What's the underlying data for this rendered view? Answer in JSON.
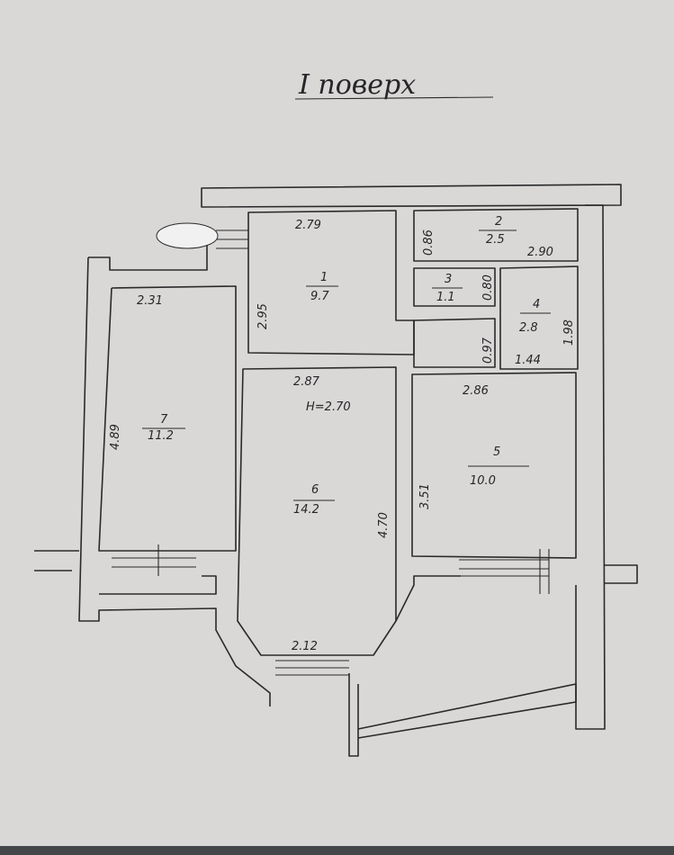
{
  "title": "I поверх",
  "rooms": [
    {
      "id": "r1",
      "number": "1",
      "area": "9.7"
    },
    {
      "id": "r2",
      "number": "2",
      "area": "2.5"
    },
    {
      "id": "r3",
      "number": "3",
      "area": "1.1"
    },
    {
      "id": "r4",
      "number": "4",
      "area": "2.8"
    },
    {
      "id": "r5",
      "number": "5",
      "area": "10.0"
    },
    {
      "id": "r6",
      "number": "6",
      "area": "14.2"
    },
    {
      "id": "r7",
      "number": "7",
      "area": "11.2"
    }
  ],
  "dimensions": {
    "r1_top": "2.79",
    "r1_left": "2.95",
    "r2_left": "0.86",
    "r2_bottom": "2.90",
    "r3_right": "0.80",
    "r3_below": "0.97",
    "r4_right": "1.98",
    "r4_bottom": "1.44",
    "r6_top": "2.87",
    "r6_height": "H=2.70",
    "r6_right": "4.70",
    "r6_bottom": "2.12",
    "r5_top": "2.86",
    "r5_left": "3.51",
    "r7_top": "2.31",
    "r7_left": "4.89"
  }
}
